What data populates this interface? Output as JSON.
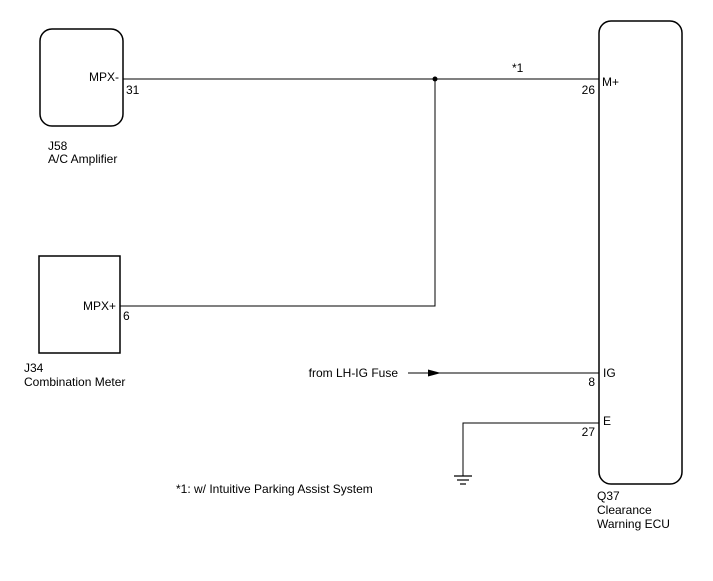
{
  "components": {
    "ac_amplifier": {
      "id": "J58",
      "name": "A/C Amplifier",
      "pin_label": "MPX-",
      "pin_number": "31"
    },
    "combination_meter": {
      "id": "J34",
      "name": "Combination Meter",
      "pin_label": "MPX+",
      "pin_number": "6"
    },
    "clearance_ecu": {
      "id": "Q37",
      "name_line1": "Clearance",
      "name_line2": "Warning ECU",
      "pins": {
        "m_plus": {
          "label": "M+",
          "number": "26"
        },
        "ig": {
          "label": "IG",
          "number": "8"
        },
        "e": {
          "label": "E",
          "number": "27"
        }
      }
    }
  },
  "wire_note_marker": "*1",
  "source_label": "from LH-IG Fuse",
  "footnote": "*1: w/ Intuitive Parking Assist System"
}
